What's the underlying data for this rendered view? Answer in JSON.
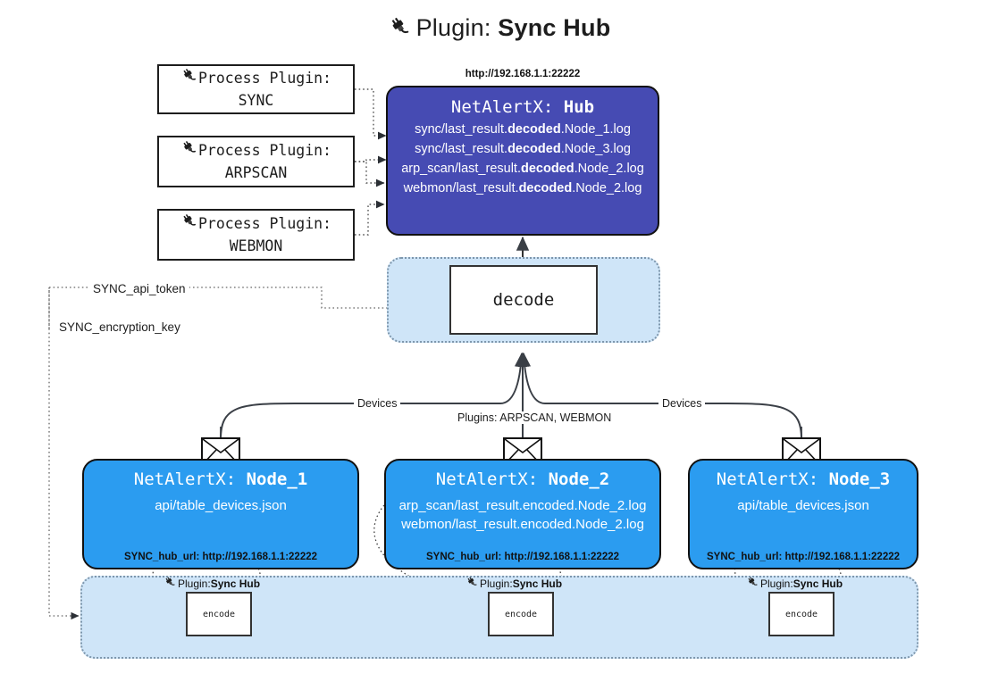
{
  "header": {
    "icon": "plug-icon",
    "prefix": "Plugin: ",
    "title": "Sync Hub"
  },
  "process_plugins": [
    {
      "icon": "plug-icon",
      "line1": "Process Plugin:",
      "line2": "SYNC"
    },
    {
      "icon": "plug-icon",
      "line1": "Process Plugin:",
      "line2": "ARPSCAN"
    },
    {
      "icon": "plug-icon",
      "line1": "Process Plugin:",
      "line2": "WEBMON"
    }
  ],
  "hub": {
    "url": "http://192.168.1.1:22222",
    "title_prefix": "NetAlertX: ",
    "title_name": "Hub",
    "logs": [
      {
        "pre": "sync/last_result.",
        "em": "decoded",
        "post": ".Node_1.log"
      },
      {
        "pre": "sync/last_result.",
        "em": "decoded",
        "post": ".Node_3.log"
      },
      {
        "pre": "arp_scan/last_result.",
        "em": "decoded",
        "post": ".Node_2.log"
      },
      {
        "pre": "webmon/last_result.",
        "em": "decoded",
        "post": ".Node_2.log"
      }
    ]
  },
  "decode": {
    "label": "decode"
  },
  "secrets": [
    {
      "label": "SYNC_api_token"
    },
    {
      "label": "SYNC_encryption_key"
    }
  ],
  "edge_labels": {
    "devices_left": "Devices",
    "devices_right": "Devices",
    "plugins_middle": "Plugins: ARPSCAN, WEBMON"
  },
  "nodes": [
    {
      "icon": "envelope-icon",
      "title_prefix": "NetAlertX: ",
      "title_name": "Node_1",
      "lines": [
        "api/table_devices.json"
      ],
      "footer": "SYNC_hub_url: http://192.168.1.1:22222"
    },
    {
      "icon": "envelope-icon",
      "title_prefix": "NetAlertX: ",
      "title_name": "Node_2",
      "lines": [
        "arp_scan/last_result.encoded.Node_2.log",
        "webmon/last_result.encoded.Node_2.log"
      ],
      "footer": "SYNC_hub_url: http://192.168.1.1:22222"
    },
    {
      "icon": "envelope-icon",
      "title_prefix": "NetAlertX: ",
      "title_name": "Node_3",
      "lines": [
        "api/table_devices.json"
      ],
      "footer": "SYNC_hub_url: http://192.168.1.1:22222"
    }
  ],
  "encoders": [
    {
      "icon": "plug-icon",
      "tag_prefix": "Plugin: ",
      "tag_name": "Sync Hub",
      "label": "encode"
    },
    {
      "icon": "plug-icon",
      "tag_prefix": "Plugin: ",
      "tag_name": "Sync Hub",
      "label": "encode"
    },
    {
      "icon": "plug-icon",
      "tag_prefix": "Plugin: ",
      "tag_name": "Sync Hub",
      "label": "encode"
    }
  ],
  "colors": {
    "hub": "#464bb3",
    "node": "#2b9cf0",
    "container": "#cfe5f8",
    "container_border": "#7d96ac",
    "stroke": "#333333",
    "page_bg": "#ffffff"
  }
}
